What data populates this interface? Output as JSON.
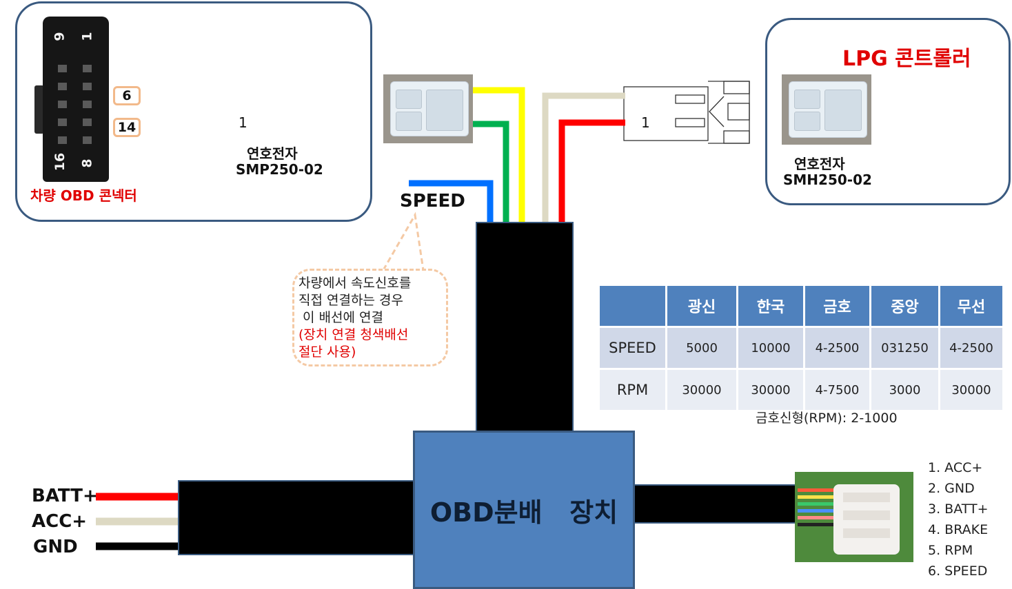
{
  "title": "OBD분배   장치",
  "obd_connector": {
    "label": "차량 OBD 콘넥터",
    "pin_labels": [
      "9",
      "1",
      "16",
      "8"
    ],
    "pin_boxes": [
      "6",
      "14"
    ]
  },
  "connector_left": {
    "pin": "1",
    "maker": "연호전자",
    "model": "SMP250-02"
  },
  "connector_right": {
    "pin": "1"
  },
  "lpg": {
    "title": "LPG 콘트롤러",
    "maker": "연호전자",
    "model": "SMH250-02"
  },
  "speed_label": "SPEED",
  "callout": {
    "lines": [
      "차량에서 속도신호를",
      "직접 연결하는 경우",
      " 이 배선에 연결"
    ],
    "red_lines": [
      "(장치 연결 청색배선",
      "절단 사용)"
    ]
  },
  "table": {
    "headers": [
      "",
      "광신",
      "한국",
      "금호",
      "중앙",
      "무선"
    ],
    "rows": [
      [
        "SPEED",
        "5000",
        "10000",
        "4-2500",
        "031250",
        "4-2500"
      ],
      [
        "RPM",
        "30000",
        "30000",
        "4-7500",
        "3000",
        "30000"
      ]
    ],
    "note": "금호신형(RPM): 2-1000"
  },
  "power_wires": [
    "BATT+",
    "ACC+",
    "GND"
  ],
  "pinout": [
    "1. ACC+",
    "2. GND",
    "3. BATT+",
    "4. BRAKE",
    "5. RPM",
    "6. SPEED"
  ],
  "colors": {
    "yellow": "#ffff00",
    "green": "#00b050",
    "blue": "#0070ff",
    "beige": "#ddd9c3",
    "red": "#ff0000",
    "black": "#000000",
    "unit": "#4f81bd",
    "border": "#3a5a80"
  }
}
